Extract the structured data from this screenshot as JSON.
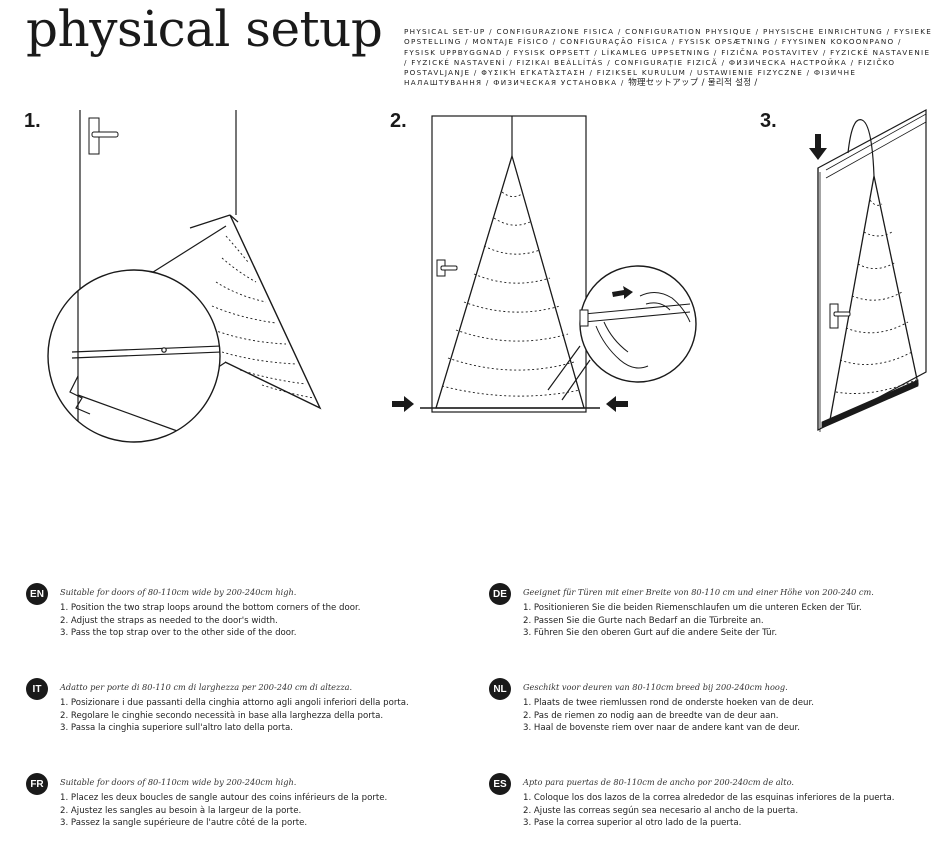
{
  "title": "physical setup",
  "translations_text": "physical set-up / configurazione fisica / configuration physique / physische einrichtung / fysieke opstelling / montaje físico / configuração física / fysisk opsætning / fyysinen kokoonpano / fysisk uppbyggnad / fysisk oppsett / líkamleg uppsetning / fizična postavitev / fyzické nastavenie / fyzické nastavení / fizikai beállítás / configurație fizică / физическа настройка / fizičko postavljanje / φυσική εγκατάσταση / fiziksel kurulum / ustawienie fizyczne / фізичне налаштування / физическая установка /",
  "translations_cjk": "物理セットアップ / 물리적 설정 /",
  "steps": [
    "1.",
    "2.",
    "3."
  ],
  "icons": [
    "down-arrow-icon",
    "right-arrow-icon",
    "left-arrow-icon"
  ],
  "languages": [
    {
      "code": "EN",
      "intro": "Suitable for doors of 80-110cm wide by 200-240cm high.",
      "steps": [
        "1. Position the two strap loops around the bottom corners of the door.",
        "2. Adjust the straps as needed to the door's width.",
        "3. Pass the top strap over to the other side of the door."
      ]
    },
    {
      "code": "DE",
      "intro": "Geeignet für Türen mit einer Breite von 80-110 cm und einer Höhe von 200-240 cm.",
      "steps": [
        "1. Positionieren Sie die beiden Riemenschlaufen um die unteren Ecken der Tür.",
        "2. Passen Sie die Gurte nach Bedarf an die Türbreite an.",
        "3. Führen Sie den oberen Gurt auf die andere Seite der Tür."
      ]
    },
    {
      "code": "IT",
      "intro": "Adatto per porte di 80-110 cm di larghezza per 200-240 cm di altezza.",
      "steps": [
        "1. Posizionare i due passanti della cinghia attorno agli angoli inferiori della porta.",
        "2. Regolare le cinghie secondo necessità in base alla larghezza della porta.",
        "3. Passa la cinghia superiore sull'altro lato della porta."
      ]
    },
    {
      "code": "NL",
      "intro": "Geschikt voor deuren van 80-110cm breed bij 200-240cm hoog.",
      "steps": [
        "1. Plaats de twee riemlussen rond de onderste hoeken van de deur.",
        "2. Pas de riemen zo nodig aan de breedte van de deur aan.",
        "3. Haal de bovenste riem over naar de andere kant van de deur."
      ]
    },
    {
      "code": "FR",
      "intro": "Suitable for doors of 80-110cm wide by 200-240cm high.",
      "steps": [
        "1. Placez les deux boucles de sangle autour des coins inférieurs de la porte.",
        "2. Ajustez les sangles au besoin à la largeur de la porte.",
        "3. Passez la sangle supérieure de l'autre côté de la porte."
      ]
    },
    {
      "code": "ES",
      "intro": "Apto para puertas de 80-110cm de ancho por 200-240cm de alto.",
      "steps": [
        "1. Coloque los dos lazos de la correa alrededor de las esquinas inferiores de la puerta.",
        "2. Ajuste las correas según sea necesario al ancho de la puerta.",
        "3. Pase la correa superior al otro lado de la puerta."
      ]
    }
  ]
}
